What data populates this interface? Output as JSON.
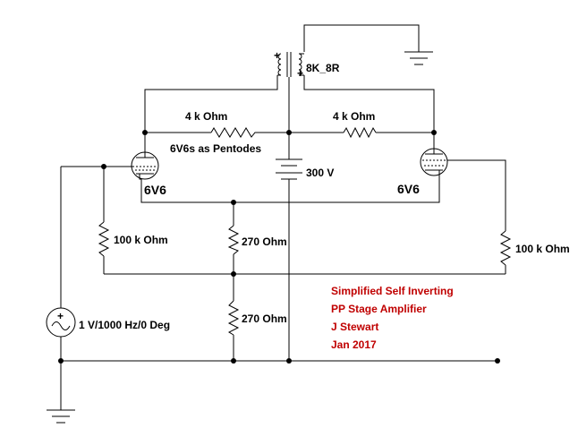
{
  "transformer": {
    "label": "8K_8R",
    "plus_primary": "+",
    "plus_secondary": "+"
  },
  "resistors": {
    "plate_left": "4 k Ohm",
    "plate_right": "4 k Ohm",
    "grid_left": "100 k Ohm",
    "grid_right": "100 k Ohm",
    "cathode_top": "270  Ohm",
    "cathode_bottom": "270  Ohm"
  },
  "tubes": {
    "left": "6V6",
    "right": "6V6",
    "note": "6V6s as Pentodes"
  },
  "battery": {
    "label": "300 V"
  },
  "source": {
    "label": "1 V/1000 Hz/0 Deg",
    "plus": "+"
  },
  "notes": {
    "color": "#c00000",
    "lines": [
      "Simplified Self Inverting",
      "PP Stage Amplifier",
      "J Stewart",
      "Jan 2017"
    ]
  }
}
